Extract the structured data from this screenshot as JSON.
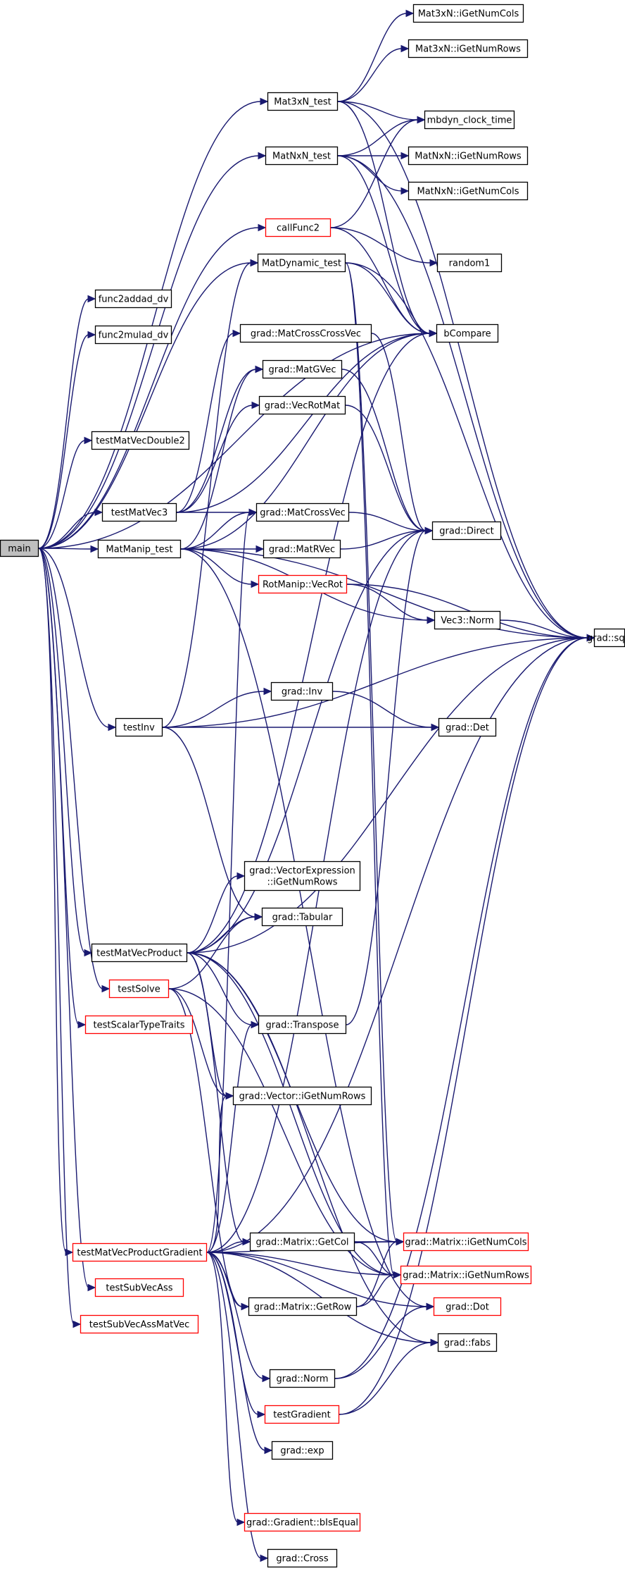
{
  "diagram": {
    "colors": {
      "edge": "#191970",
      "box_border_normal": "#000000",
      "box_border_truncated": "#ff0000",
      "box_fill": "#ffffff",
      "root_fill": "#bfbfbf"
    },
    "nodes": {
      "main": {
        "label": [
          "main"
        ],
        "style": "root"
      },
      "mat3xn_cols": {
        "label": [
          "Mat3xN::iGetNumCols"
        ],
        "style": "normal"
      },
      "mat3xn_rows": {
        "label": [
          "Mat3xN::iGetNumRows"
        ],
        "style": "normal"
      },
      "mat3xn_test": {
        "label": [
          "Mat3xN_test"
        ],
        "style": "normal"
      },
      "mbdyn_clock": {
        "label": [
          "mbdyn_clock_time"
        ],
        "style": "normal"
      },
      "matnxn_test": {
        "label": [
          "MatNxN_test"
        ],
        "style": "normal"
      },
      "matnxn_rows": {
        "label": [
          "MatNxN::iGetNumRows"
        ],
        "style": "normal"
      },
      "matnxn_cols": {
        "label": [
          "MatNxN::iGetNumCols"
        ],
        "style": "normal"
      },
      "callfunc2": {
        "label": [
          "callFunc2"
        ],
        "style": "truncated"
      },
      "random1": {
        "label": [
          "random1"
        ],
        "style": "normal"
      },
      "matdynamic": {
        "label": [
          "MatDynamic_test"
        ],
        "style": "normal"
      },
      "func2addad": {
        "label": [
          "func2addad_dv"
        ],
        "style": "normal"
      },
      "func2mulad": {
        "label": [
          "func2mulad_dv"
        ],
        "style": "normal"
      },
      "matcrosscross": {
        "label": [
          "grad::MatCrossCrossVec"
        ],
        "style": "normal"
      },
      "bcompare": {
        "label": [
          "bCompare"
        ],
        "style": "normal"
      },
      "matgvec": {
        "label": [
          "grad::MatGVec"
        ],
        "style": "normal"
      },
      "vecrotmat": {
        "label": [
          "grad::VecRotMat"
        ],
        "style": "normal"
      },
      "tmvdouble2": {
        "label": [
          "testMatVecDouble2"
        ],
        "style": "normal"
      },
      "tmv3": {
        "label": [
          "testMatVec3"
        ],
        "style": "normal"
      },
      "matcrossvec": {
        "label": [
          "grad::MatCrossVec"
        ],
        "style": "normal"
      },
      "direct": {
        "label": [
          "grad::Direct"
        ],
        "style": "normal"
      },
      "matmanip": {
        "label": [
          "MatManip_test"
        ],
        "style": "normal"
      },
      "matrvec": {
        "label": [
          "grad::MatRVec"
        ],
        "style": "normal"
      },
      "vecrot": {
        "label": [
          "RotManip::VecRot"
        ],
        "style": "truncated"
      },
      "vec3norm": {
        "label": [
          "Vec3::Norm"
        ],
        "style": "normal"
      },
      "sqrt": {
        "label": [
          "grad::sqrt"
        ],
        "style": "normal"
      },
      "inv": {
        "label": [
          "grad::Inv"
        ],
        "style": "normal"
      },
      "testinv": {
        "label": [
          "testInv"
        ],
        "style": "normal"
      },
      "det": {
        "label": [
          "grad::Det"
        ],
        "style": "normal"
      },
      "vecexpr": {
        "label": [
          "grad::VectorExpression",
          "::iGetNumRows"
        ],
        "style": "normal"
      },
      "tabular": {
        "label": [
          "grad::Tabular"
        ],
        "style": "normal"
      },
      "tmvp": {
        "label": [
          "testMatVecProduct"
        ],
        "style": "normal"
      },
      "testsolve": {
        "label": [
          "testSolve"
        ],
        "style": "truncated"
      },
      "transpose": {
        "label": [
          "grad::Transpose"
        ],
        "style": "normal"
      },
      "scalartt": {
        "label": [
          "testScalarTypeTraits"
        ],
        "style": "truncated"
      },
      "vecrows": {
        "label": [
          "grad::Vector::iGetNumRows"
        ],
        "style": "normal"
      },
      "tmvpg": {
        "label": [
          "testMatVecProductGradient"
        ],
        "style": "truncated"
      },
      "getcol": {
        "label": [
          "grad::Matrix::GetCol"
        ],
        "style": "normal"
      },
      "mcols": {
        "label": [
          "grad::Matrix::iGetNumCols"
        ],
        "style": "truncated"
      },
      "mrows": {
        "label": [
          "grad::Matrix::iGetNumRows"
        ],
        "style": "truncated"
      },
      "subvecass": {
        "label": [
          "testSubVecAss"
        ],
        "style": "truncated"
      },
      "getrow": {
        "label": [
          "grad::Matrix::GetRow"
        ],
        "style": "normal"
      },
      "dot": {
        "label": [
          "grad::Dot"
        ],
        "style": "truncated"
      },
      "subvecassmv": {
        "label": [
          "testSubVecAssMatVec"
        ],
        "style": "truncated"
      },
      "fabs": {
        "label": [
          "grad::fabs"
        ],
        "style": "normal"
      },
      "norm": {
        "label": [
          "grad::Norm"
        ],
        "style": "normal"
      },
      "testgradient": {
        "label": [
          "testGradient"
        ],
        "style": "truncated"
      },
      "exp": {
        "label": [
          "grad::exp"
        ],
        "style": "normal"
      },
      "bisequal": {
        "label": [
          "grad::Gradient::bIsEqual"
        ],
        "style": "truncated"
      },
      "cross": {
        "label": [
          "grad::Cross"
        ],
        "style": "normal"
      }
    },
    "edges": [
      [
        "main",
        "func2addad"
      ],
      [
        "main",
        "func2mulad"
      ],
      [
        "main",
        "tmvdouble2"
      ],
      [
        "main",
        "tmv3"
      ],
      [
        "main",
        "matmanip"
      ],
      [
        "main",
        "testinv"
      ],
      [
        "main",
        "tmvp"
      ],
      [
        "main",
        "testsolve"
      ],
      [
        "main",
        "scalartt"
      ],
      [
        "main",
        "tmvpg"
      ],
      [
        "main",
        "subvecass"
      ],
      [
        "main",
        "subvecassmv"
      ],
      [
        "main",
        "mat3xn_test"
      ],
      [
        "main",
        "matnxn_test"
      ],
      [
        "main",
        "callfunc2"
      ],
      [
        "main",
        "matdynamic"
      ],
      [
        "main",
        "bcompare"
      ],
      [
        "mat3xn_test",
        "mat3xn_cols"
      ],
      [
        "mat3xn_test",
        "mat3xn_rows"
      ],
      [
        "mat3xn_test",
        "mbdyn_clock"
      ],
      [
        "mat3xn_test",
        "bcompare"
      ],
      [
        "mat3xn_test",
        "sqrt"
      ],
      [
        "matnxn_test",
        "mbdyn_clock"
      ],
      [
        "matnxn_test",
        "matnxn_rows"
      ],
      [
        "matnxn_test",
        "matnxn_cols"
      ],
      [
        "matnxn_test",
        "bcompare"
      ],
      [
        "matnxn_test",
        "sqrt"
      ],
      [
        "callfunc2",
        "random1"
      ],
      [
        "callfunc2",
        "mbdyn_clock"
      ],
      [
        "callfunc2",
        "bcompare"
      ],
      [
        "matdynamic",
        "bcompare"
      ],
      [
        "matdynamic",
        "sqrt"
      ],
      [
        "matdynamic",
        "mcols"
      ],
      [
        "matdynamic",
        "mrows"
      ],
      [
        "matcrosscross",
        "direct"
      ],
      [
        "matgvec",
        "direct"
      ],
      [
        "vecrotmat",
        "direct"
      ],
      [
        "tmv3",
        "matcrosscross"
      ],
      [
        "tmv3",
        "matgvec"
      ],
      [
        "tmv3",
        "vecrotmat"
      ],
      [
        "tmv3",
        "matcrossvec"
      ],
      [
        "tmv3",
        "bcompare"
      ],
      [
        "matcrossvec",
        "direct"
      ],
      [
        "matmanip",
        "matgvec"
      ],
      [
        "matmanip",
        "matcrossvec"
      ],
      [
        "matmanip",
        "matrvec"
      ],
      [
        "matmanip",
        "vecrot"
      ],
      [
        "matmanip",
        "vec3norm"
      ],
      [
        "matmanip",
        "sqrt"
      ],
      [
        "matmanip",
        "bcompare"
      ],
      [
        "matmanip",
        "dot"
      ],
      [
        "matrvec",
        "direct"
      ],
      [
        "vecrot",
        "vec3norm"
      ],
      [
        "vecrot",
        "sqrt"
      ],
      [
        "vec3norm",
        "sqrt"
      ],
      [
        "testinv",
        "inv"
      ],
      [
        "testinv",
        "det"
      ],
      [
        "testinv",
        "sqrt"
      ],
      [
        "testinv",
        "tabular"
      ],
      [
        "testinv",
        "matdynamic"
      ],
      [
        "inv",
        "det"
      ],
      [
        "tmvp",
        "vecexpr"
      ],
      [
        "tmvp",
        "tabular"
      ],
      [
        "tmvp",
        "transpose"
      ],
      [
        "tmvp",
        "vecrows"
      ],
      [
        "tmvp",
        "getcol"
      ],
      [
        "tmvp",
        "mcols"
      ],
      [
        "tmvp",
        "mrows"
      ],
      [
        "tmvp",
        "direct"
      ],
      [
        "tmvp",
        "bcompare"
      ],
      [
        "tmvp",
        "fabs"
      ],
      [
        "tmvp",
        "sqrt"
      ],
      [
        "testsolve",
        "tabular"
      ],
      [
        "testsolve",
        "vecrows"
      ],
      [
        "testsolve",
        "getrow"
      ],
      [
        "testsolve",
        "mrows"
      ],
      [
        "transpose",
        "direct"
      ],
      [
        "tmvpg",
        "matcrossvec"
      ],
      [
        "tmvpg",
        "transpose"
      ],
      [
        "tmvpg",
        "vecrows"
      ],
      [
        "tmvpg",
        "getcol"
      ],
      [
        "tmvpg",
        "getrow"
      ],
      [
        "tmvpg",
        "mcols"
      ],
      [
        "tmvpg",
        "mrows"
      ],
      [
        "tmvpg",
        "dot"
      ],
      [
        "tmvpg",
        "norm"
      ],
      [
        "tmvpg",
        "testgradient"
      ],
      [
        "tmvpg",
        "exp"
      ],
      [
        "tmvpg",
        "bisequal"
      ],
      [
        "tmvpg",
        "cross"
      ],
      [
        "tmvpg",
        "direct"
      ],
      [
        "tmvpg",
        "fabs"
      ],
      [
        "tmvpg",
        "sqrt"
      ],
      [
        "getcol",
        "mcols"
      ],
      [
        "getcol",
        "mrows"
      ],
      [
        "getrow",
        "mcols"
      ],
      [
        "getrow",
        "mrows"
      ],
      [
        "norm",
        "dot"
      ],
      [
        "norm",
        "sqrt"
      ],
      [
        "testgradient",
        "fabs"
      ],
      [
        "testgradient",
        "sqrt"
      ]
    ]
  }
}
